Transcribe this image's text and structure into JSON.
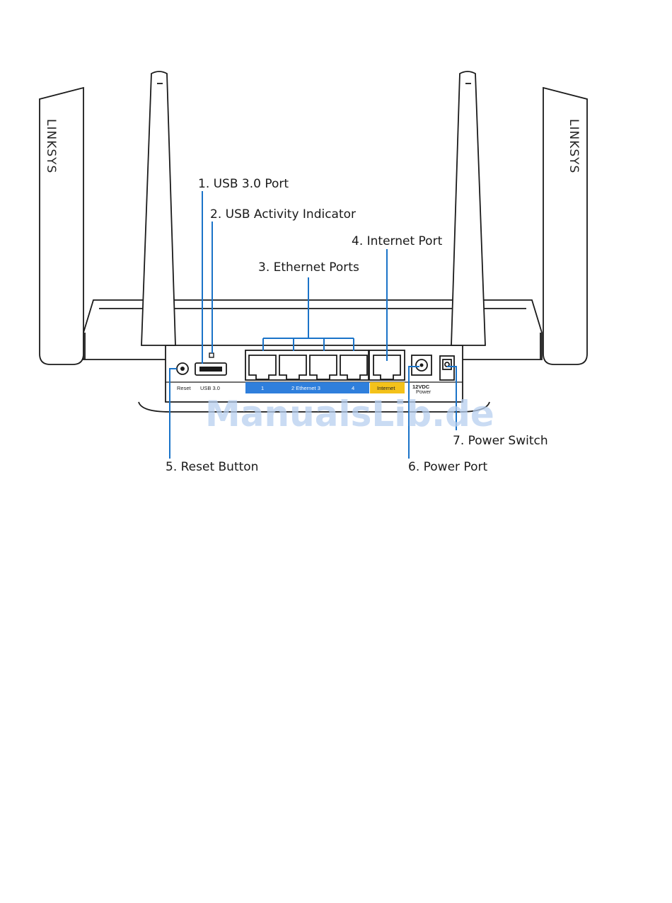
{
  "brand": "LINKSYS",
  "callouts": {
    "usb_port": "1. USB 3.0 Port",
    "usb_indicator": "2. USB Activity Indicator",
    "ethernet_ports": "3. Ethernet Ports",
    "internet_port": "4. Internet Port",
    "reset_button": "5. Reset Button",
    "power_port": "6. Power Port",
    "power_switch": "7. Power Switch"
  },
  "port_labels": {
    "reset": "Reset",
    "usb": "USB 3.0",
    "eth1": "1",
    "ethernet": "2 Ethernet 3",
    "eth4": "4",
    "internet": "Internet",
    "power_volt": "12VDC",
    "power": "Power"
  },
  "watermark": "ManualsLib.de",
  "colors": {
    "callout_line": "#1a73c8",
    "ethernet_strip": "#2f7fdc",
    "internet_strip": "#f4c21a"
  }
}
